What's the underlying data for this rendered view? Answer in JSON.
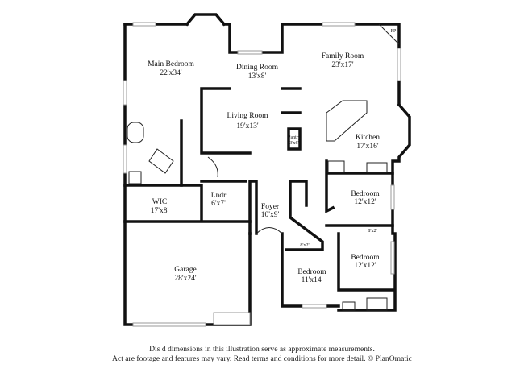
{
  "rooms": [
    {
      "name": "Main Bedroom",
      "size": "22'x34'"
    },
    {
      "name": "Dining Room",
      "size": "13'x8'"
    },
    {
      "name": "Family Room",
      "size": "23'x17'"
    },
    {
      "name": "Living Room",
      "size": "19'x13'"
    },
    {
      "name": "Kitchen",
      "size": "17'x16'"
    },
    {
      "name": "Pantry",
      "size": "3'x6'"
    },
    {
      "name": "WIC",
      "size": "17'x8'"
    },
    {
      "name": "Lndr",
      "size": "6'x7'"
    },
    {
      "name": "Foyer",
      "size": "10'x9'"
    },
    {
      "name": "Bedroom",
      "size": "12'x12'"
    },
    {
      "name": "Bedroom",
      "size": "12'x12'"
    },
    {
      "name": "Bedroom",
      "size": "11'x14'"
    },
    {
      "name": "Garage",
      "size": "28'x24'"
    }
  ],
  "closets": [
    "8'x2'",
    "8'x2'"
  ],
  "fireplace_label": "FP",
  "disclaimer": {
    "line1": "Dis          d dimensions in this illustration serve as approximate measurements.",
    "line2": "Act    are footage and features may vary. Read terms and conditions for more detail. © PlanOmatic"
  }
}
